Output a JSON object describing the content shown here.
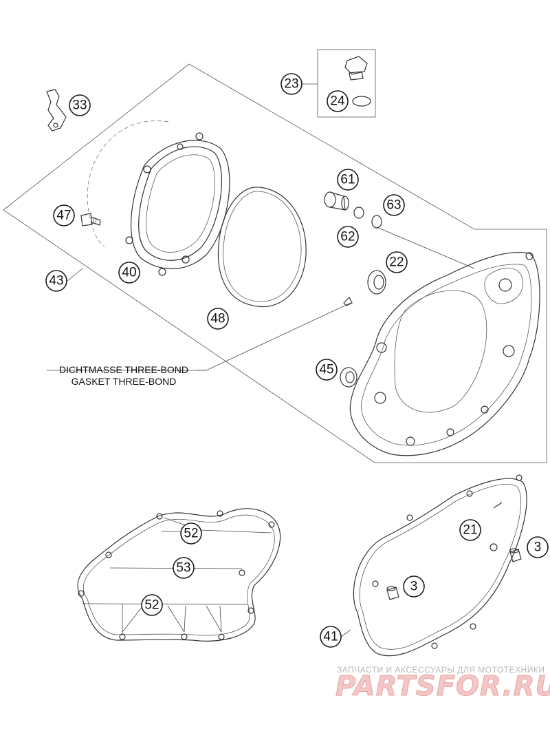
{
  "callouts": [
    {
      "id": "c3a",
      "label": "3"
    },
    {
      "id": "c3b",
      "label": "3"
    },
    {
      "id": "c21",
      "label": "21"
    },
    {
      "id": "c22",
      "label": "22"
    },
    {
      "id": "c23",
      "label": "23"
    },
    {
      "id": "c24",
      "label": "24"
    },
    {
      "id": "c33",
      "label": "33"
    },
    {
      "id": "c40",
      "label": "40"
    },
    {
      "id": "c41",
      "label": "41"
    },
    {
      "id": "c43",
      "label": "43"
    },
    {
      "id": "c45",
      "label": "45"
    },
    {
      "id": "c47",
      "label": "47"
    },
    {
      "id": "c48",
      "label": "48"
    },
    {
      "id": "c52a",
      "label": "52"
    },
    {
      "id": "c52b",
      "label": "52"
    },
    {
      "id": "c53",
      "label": "53"
    },
    {
      "id": "c61",
      "label": "61"
    },
    {
      "id": "c62",
      "label": "62"
    },
    {
      "id": "c63",
      "label": "63"
    }
  ],
  "note": {
    "line1": "DICHTMASSE THREE-BOND",
    "line2": "GASKET THREE-BOND"
  },
  "watermark": {
    "tagline": "ЗАПЧАСТИ И АКСЕССУАРЫ ДЛЯ МОТОТЕХНИКИ",
    "brand": "PARTSFOR.RU"
  },
  "colors": {
    "line": "#333333",
    "watermark_brand": "#f4c7c7"
  }
}
